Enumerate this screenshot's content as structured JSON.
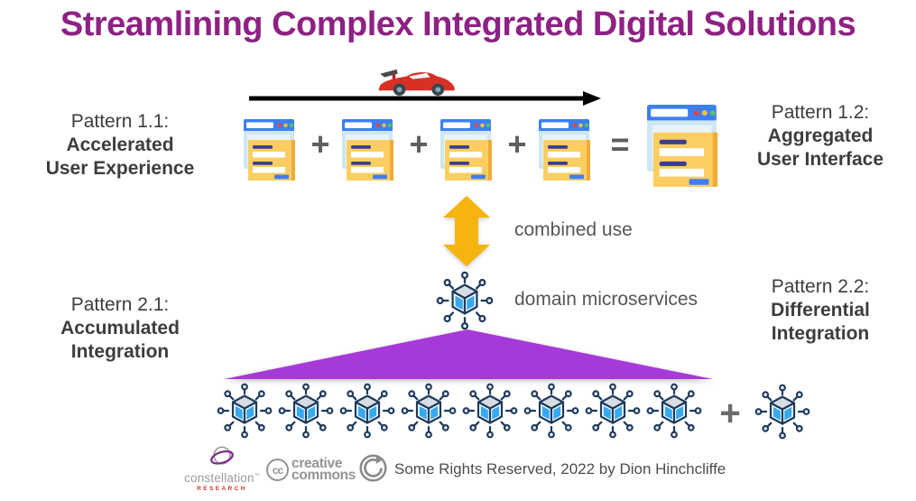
{
  "title": "Streamlining Complex Integrated Digital Solutions",
  "patterns": [
    {
      "id": "1.1",
      "label": "Pattern 1.1:",
      "name_lines": [
        "Accelerated",
        "User Experience"
      ]
    },
    {
      "id": "1.2",
      "label": "Pattern 1.2:",
      "name_lines": [
        "Aggregated",
        "User Interface"
      ]
    },
    {
      "id": "2.1",
      "label": "Pattern 2.1:",
      "name_lines": [
        "Accumulated",
        "Integration"
      ]
    },
    {
      "id": "2.2",
      "label": "Pattern 2.2:",
      "name_lines": [
        "Differential",
        "Integration"
      ]
    }
  ],
  "operators": {
    "plus": "+",
    "equals": "="
  },
  "annotations": {
    "combined_use": "combined use",
    "domain_microservices": "domain microservices"
  },
  "equation_top": {
    "small_browser_window_count": 4,
    "result_browser_window_count": 1
  },
  "equation_bottom": {
    "microservice_count": 8,
    "added_microservice_count": 1
  },
  "icons": {
    "race_car": "race-car-icon",
    "acceleration_arrow": "right-arrow-icon",
    "browser_window": "browser-form-window-icon",
    "combined_use_arrow": "vertical-double-arrow-icon",
    "microservice": "microservice-cube-network-icon",
    "fan_out": "purple-triangle-fan",
    "some_rights": "circular-arrow-icon",
    "creative_commons": "cc-logo",
    "constellation_swirl": "orbit-swirl-logo"
  },
  "colors": {
    "title": "#8e2183",
    "text_dark": "#3d3d3d",
    "annotation_gray": "#565656",
    "operator_gray": "#5f5f5f",
    "arrow_black": "#000000",
    "orange_arrow": "#f6b40f",
    "purple_triangle": "#a63ad8",
    "browser_blue": "#3d7ff2",
    "form_yellow": "#fcce62",
    "microservice_blue": "#36a9f0",
    "microservice_navy": "#1d3a5e"
  },
  "footer": {
    "constellation_name": "constellation",
    "constellation_tm": "™",
    "constellation_sub": "RESEARCH",
    "cc_abbr": "cc",
    "cc_line1": "creative",
    "cc_line2": "commons",
    "rights": "Some Rights Reserved, 2022 by Dion Hinchcliffe"
  }
}
